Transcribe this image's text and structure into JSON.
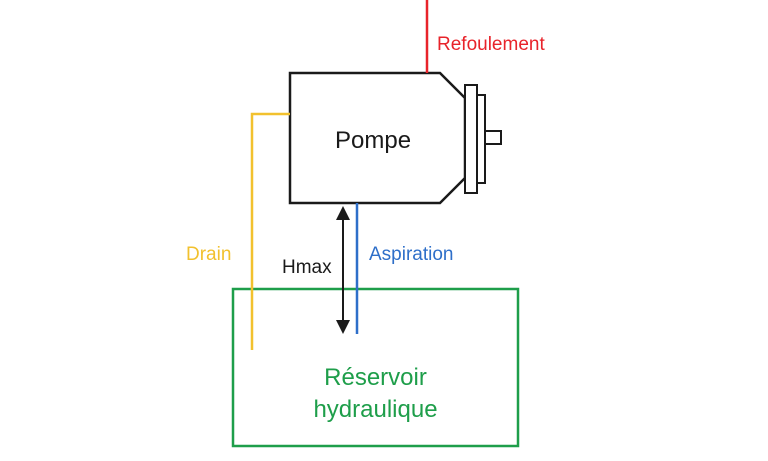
{
  "labels": {
    "refoulement": "Refoulement",
    "pompe": "Pompe",
    "drain": "Drain",
    "hmax": "Hmax",
    "aspiration": "Aspiration",
    "reservoir_line1": "Réservoir",
    "reservoir_line2": "hydraulique"
  },
  "colors": {
    "refoulement": "#e8232a",
    "drain": "#f2c12e",
    "aspiration": "#2e6fc9",
    "reservoir": "#1e9e4a",
    "outline": "#1a1a1a"
  }
}
